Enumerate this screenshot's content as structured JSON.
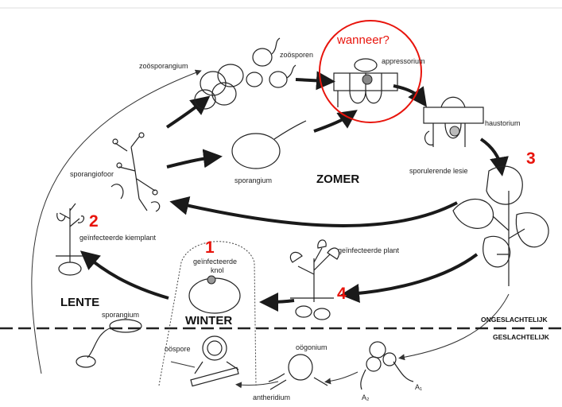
{
  "highlight_color": "#e8140c",
  "question": "wanneer?",
  "seasons": {
    "zomer": "ZOMER",
    "lente": "LENTE",
    "winter": "WINTER"
  },
  "phases": {
    "ongeslachtelijk": "ONGESLACHTELIJK",
    "geslachtelijk": "GESLACHTELIJK"
  },
  "markers": {
    "m1": "1",
    "m2": "2",
    "m3": "3",
    "m4": "4"
  },
  "labels": {
    "zoosporangium": "zoösporangium",
    "zoosporen": "zoösporen",
    "appressorium": "appressorium",
    "haustorium": "haustorium",
    "sporangium_top": "sporangium",
    "sporangiofoor": "sporangiofoor",
    "sporulerende_lesie": "sporulerende lesie",
    "geinfecteerde_kiemplant": "geïnfecteerde kiemplant",
    "geinfecteerde_knol_1": "geïnfecteerde",
    "geinfecteerde_knol_2": "knol",
    "geinfecteerde_plant": "geïnfecteerde plant",
    "sporangium_bottom": "sporangium",
    "oospore": "oöspore",
    "oogonium": "oögonium",
    "antheridium": "antheridium",
    "a1": "A₁",
    "a2": "A₂"
  }
}
